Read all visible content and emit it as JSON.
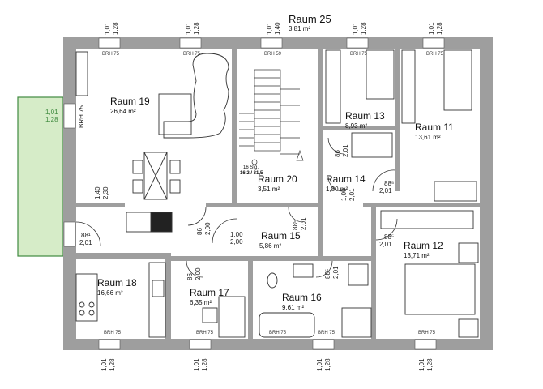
{
  "rooms": {
    "r25": {
      "name": "Raum 25",
      "area": "3,81 m²"
    },
    "r19": {
      "name": "Raum 19",
      "area": "26,64 m²"
    },
    "r13": {
      "name": "Raum 13",
      "area": "8,93 m²"
    },
    "r11": {
      "name": "Raum 11",
      "area": "13,61 m²"
    },
    "r20": {
      "name": "Raum 20",
      "area": "3,51 m²"
    },
    "r14": {
      "name": "Raum 14",
      "area": "1,80 m²"
    },
    "r15": {
      "name": "Raum 15",
      "area": "5,86 m²"
    },
    "r12": {
      "name": "Raum 12",
      "area": "13,71 m²"
    },
    "r18": {
      "name": "Raum 18",
      "area": "16,66 m²"
    },
    "r17": {
      "name": "Raum 17",
      "area": "6,35 m²"
    },
    "r16": {
      "name": "Raum 16",
      "area": "9,61 m²"
    }
  },
  "brh": {
    "top1": "BRH 75",
    "top2": "BRH 75",
    "top3": "BRH 59",
    "top4": "BRH 75",
    "top5": "BRH 75",
    "left1": "BRH 75",
    "bot1": "BRH 75",
    "bot2": "BRH 75",
    "bot3": "BRH 75",
    "bot4": "BRH 75",
    "bot5": "BRH 75"
  },
  "window_dims": {
    "top1": {
      "w": "1,01",
      "h": "1,28"
    },
    "top2": {
      "w": "1,01",
      "h": "1,28"
    },
    "top3": {
      "w": "1,01",
      "h": "1,40"
    },
    "top4": {
      "w": "1,01",
      "h": "1,28"
    },
    "top5": {
      "w": "1,01",
      "h": "1,28"
    },
    "bot1": {
      "w": "1,01",
      "h": "1,28"
    },
    "bot2": {
      "w": "1,01",
      "h": "1,28"
    },
    "bot3": {
      "w": "1,01",
      "h": "1,28"
    },
    "bot4": {
      "w": "1,01",
      "h": "1,28"
    },
    "balcony": {
      "w": "1,01",
      "h": "1,28"
    }
  },
  "door_dims": {
    "d19_20": {
      "h": "2,30",
      "w": "1,40"
    },
    "d19_15": {
      "top": "88¹",
      "bot": "2,01"
    },
    "d19_15b": {
      "w": "86",
      "h": "2,00"
    },
    "d15_entry": {
      "w": "1,00",
      "h": "2,00"
    },
    "d15_20": {
      "w": "88⁵",
      "h": "2,01"
    },
    "d13": {
      "w": "86",
      "h": "2,01"
    },
    "d14": {
      "w": "1,00",
      "h": "2,01"
    },
    "d11": {
      "top": "88⁵",
      "bot": "2,01"
    },
    "d12": {
      "top": "88⁵",
      "bot": "2,01"
    },
    "d17": {
      "w": "86",
      "h": "2,00"
    },
    "d16": {
      "w": "88⁵",
      "h": "2,01"
    }
  },
  "stairs": {
    "line1": "16 Stg.",
    "line2": "16,2 / 31,5"
  },
  "colors": {
    "wall": "#9e9e9e",
    "wall_dark": "#8a8a8a",
    "balcony": "#d6ecc8",
    "balcony_edge": "#3f8a3f",
    "window": "#ffffff"
  }
}
